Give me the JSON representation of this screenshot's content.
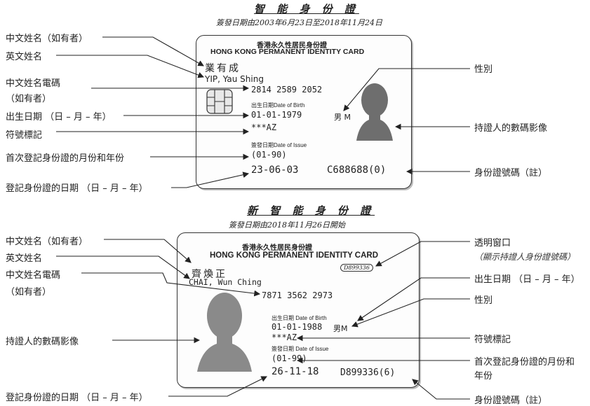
{
  "smart_card": {
    "heading": "智 能 身 份 證",
    "subheading": "簽發日期由2003年6月23日至2018年11月24日",
    "title_zh": "香港永久性居民身份證",
    "title_en": "HONG KONG PERMANENT IDENTITY CARD",
    "name_zh": "業有成",
    "name_en": "YIP, Yau Shing",
    "ccc": "2814 2589 2052",
    "dob_caption": "出生日期Date of Birth",
    "dob": "01-01-1979",
    "sex": "男 M",
    "symbols": "***AZ",
    "first_issue_caption": "簽發日期Date of Issue",
    "first_issue": "(01-90)",
    "issue_date": "23-06-03",
    "id_number": "C688688(0)",
    "labels_left": [
      "中文姓名（如有者）",
      "英文姓名",
      "中文姓名電碼",
      "（如有者）",
      "出生日期 （日 – 月 – 年）",
      "符號標記",
      "首次登記身份證的月份和年份",
      "登記身份證的日期 （日 – 月 – 年）"
    ],
    "labels_right": [
      "性別",
      "持證人的數碼影像",
      "身份證號碼（註）"
    ]
  },
  "new_card": {
    "heading": "新 智 能 身 份 證",
    "subheading": "簽發日期由2018年11月26日開始",
    "title_zh": "香港永久性居民身份證",
    "title_en": "HONG KONG PERMANENT IDENTITY CARD",
    "window_number": "D899336",
    "name_zh": "齊煥正",
    "name_en": "CHAI, Wun Ching",
    "ccc": "7871 3562 2973",
    "dob_caption": "出生日期 Date of Birth",
    "dob": "01-01-1988",
    "sex": "男M",
    "symbols": "***AZ",
    "first_issue_caption": "簽發日期 Date of Issue",
    "first_issue": "(01-99)",
    "issue_date": "26-11-18",
    "id_number": "D899336(6)",
    "labels_left": [
      "中文姓名（如有者）",
      "英文姓名",
      "中文姓名電碼",
      "（如有者）",
      "持證人的數碼影像",
      "登記身份證的日期 （日 – 月 – 年）"
    ],
    "labels_right": [
      "透明窗口",
      "（顯示持證人身份證號碼）",
      "出生日期 （日 – 月 – 年）",
      "性別",
      "符號標記",
      "首次登記身份證的月份和",
      "年份",
      "身份證號碼（註）"
    ]
  }
}
